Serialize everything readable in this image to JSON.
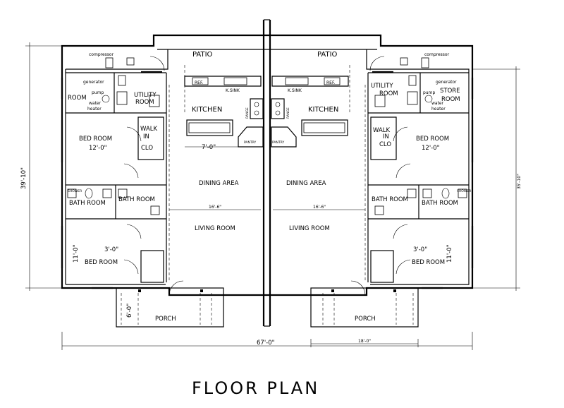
{
  "title": "FLOOR PLAN",
  "left_unit": {
    "patio": "PATIO",
    "compressor": "compressor",
    "room": "ROOM",
    "generator": "generator",
    "pump": "pump",
    "water_heater_1": "water",
    "water_heater_2": "heater",
    "utility_1": "UTILITY",
    "utility_2": "ROOM",
    "ref": "REF.",
    "k_sink": "K.SINK",
    "kitchen": "KITCHEN",
    "range": "RANGE",
    "pantry": "PANTRY",
    "bed_room_top": "BED ROOM",
    "bed_room_top_dim": "12'-0\"",
    "walk_in_1": "WALK",
    "walk_in_2": "IN",
    "walk_in_3": "CLO",
    "kitchen_dim": "7'-0\"",
    "dining": "DINING AREA",
    "living_dim": "16'-6\"",
    "living": "LIVING ROOM",
    "bath_1": "BATH ROOM",
    "bath_2": "BATH ROOM",
    "shower": "SHOWER",
    "bed_room_bottom": "BED ROOM",
    "bed_room_bottom_dim": "3'-0\"",
    "bed_room_bottom_vdim": "11'-0\"",
    "porch": "PORCH",
    "porch_dim": "6'-0\""
  },
  "right_unit": {
    "patio": "PATIO",
    "compressor": "compressor",
    "generator": "generator",
    "pump": "pump",
    "water_heater_1": "water",
    "water_heater_2": "heater",
    "store_1": "STORE",
    "store_2": "ROOM",
    "utility_1": "UTILITY",
    "utility_2": "ROOM",
    "ref": "REF.",
    "k_sink": "K.SINK",
    "kitchen": "KITCHEN",
    "range": "RANGE",
    "pantry": "PANTRY",
    "bed_room_top": "BED ROOM",
    "bed_room_top_dim": "12'-0\"",
    "walk_in_1": "WALK",
    "walk_in_2": "IN",
    "walk_in_3": "CLO",
    "dining": "DINING AREA",
    "living_dim": "16'-6\"",
    "living": "LIVING ROOM",
    "bath_1": "BATH ROOM",
    "bath_2": "BATH ROOM",
    "shower": "SHOWER",
    "bed_room_bottom": "BED ROOM",
    "bed_room_bottom_dim": "3'-0\"",
    "bed_room_bottom_vdim": "11'-0\"",
    "porch": "PORCH",
    "porch_dim": "18'-0\""
  },
  "dimensions": {
    "overall_width": "67'-0\"",
    "overall_depth_left": "39'-10\"",
    "overall_depth_right": "35'-10\""
  }
}
